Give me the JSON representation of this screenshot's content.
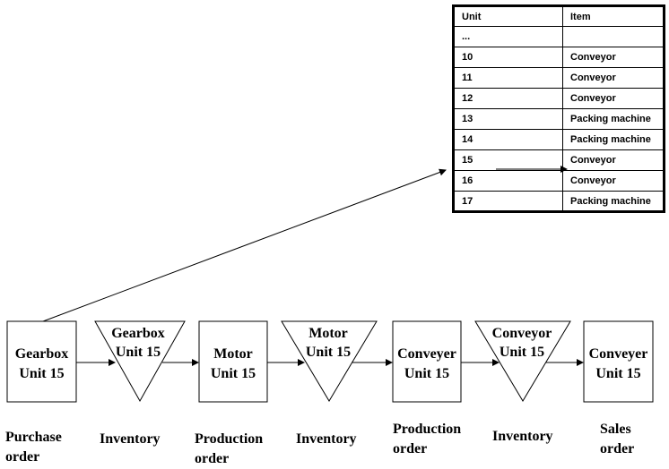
{
  "table": {
    "headers": [
      "Unit",
      "Item"
    ],
    "rows": [
      [
        "...",
        ""
      ],
      [
        "10",
        "Conveyor"
      ],
      [
        "11",
        "Conveyor"
      ],
      [
        "12",
        "Conveyor"
      ],
      [
        "13",
        "Packing machine"
      ],
      [
        "14",
        "Packing machine"
      ],
      [
        "15",
        "Conveyor"
      ],
      [
        "16",
        "Conveyor"
      ],
      [
        "17",
        "Packing machine"
      ]
    ]
  },
  "stages": [
    {
      "shape": "box",
      "line1": "Gearbox",
      "line2": "Unit 15",
      "label1": "Purchase",
      "label2": "order"
    },
    {
      "shape": "triangle",
      "line1": "Gearbox",
      "line2": "Unit 15",
      "label1": "Inventory",
      "label2": ""
    },
    {
      "shape": "box",
      "line1": "Motor",
      "line2": "Unit 15",
      "label1": "Production",
      "label2": "order"
    },
    {
      "shape": "triangle",
      "line1": "Motor",
      "line2": "Unit 15",
      "label1": "Inventory",
      "label2": ""
    },
    {
      "shape": "box",
      "line1": "Conveyer",
      "line2": "Unit 15",
      "label1": "Production",
      "label2": "order"
    },
    {
      "shape": "triangle",
      "line1": "Conveyor",
      "line2": "Unit 15",
      "label1": "Inventory",
      "label2": ""
    },
    {
      "shape": "box",
      "line1": "Conveyer",
      "line2": "Unit 15",
      "label1": "Sales",
      "label2": "order"
    }
  ]
}
